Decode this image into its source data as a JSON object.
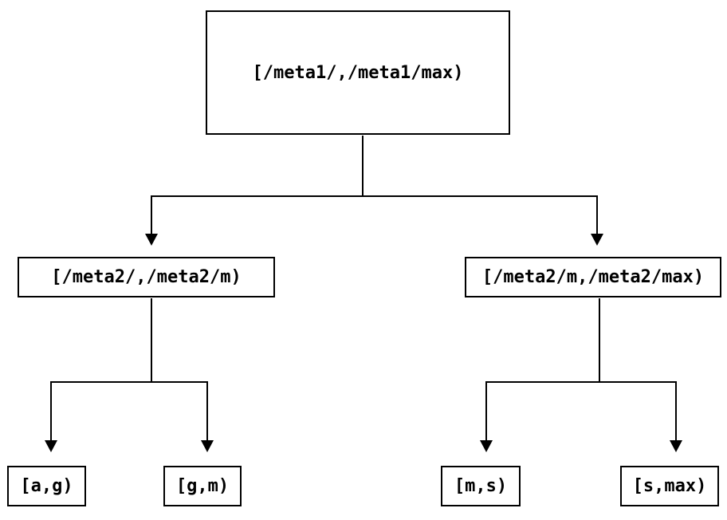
{
  "diagram": {
    "description": "interval partition tree",
    "tree": {
      "label": "[/meta1/,/meta1/max)",
      "children": [
        {
          "label": "[/meta2/,/meta2/m)",
          "children": [
            {
              "label": "[a,g)"
            },
            {
              "label": "[g,m)"
            }
          ]
        },
        {
          "label": "[/meta2/m,/meta2/max)",
          "children": [
            {
              "label": "[m,s)"
            },
            {
              "label": "[s,max)"
            }
          ]
        }
      ]
    },
    "colors": {
      "background": "#ffffff",
      "line": "#000000",
      "box_border": "#000000",
      "text": "#000000"
    }
  }
}
